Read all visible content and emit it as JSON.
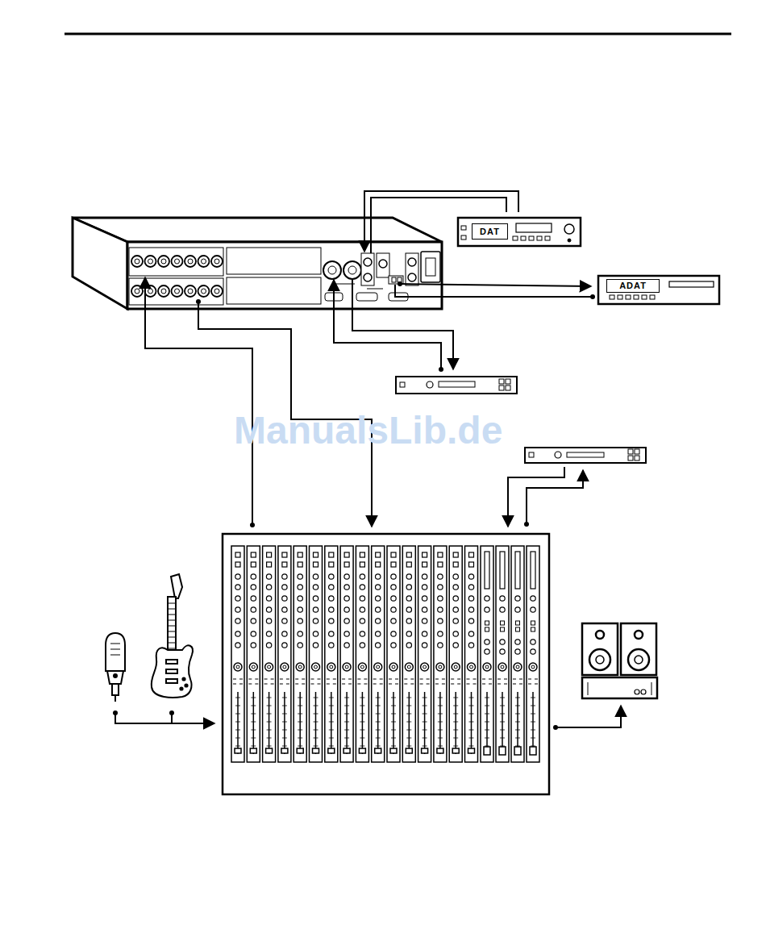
{
  "diagram": {
    "nodes": [
      {
        "text": [
          "DAT"
        ]
      },
      {
        "text": [
          "ADAT"
        ]
      }
    ],
    "labels": [
      "ManualsLib.de"
    ]
  }
}
